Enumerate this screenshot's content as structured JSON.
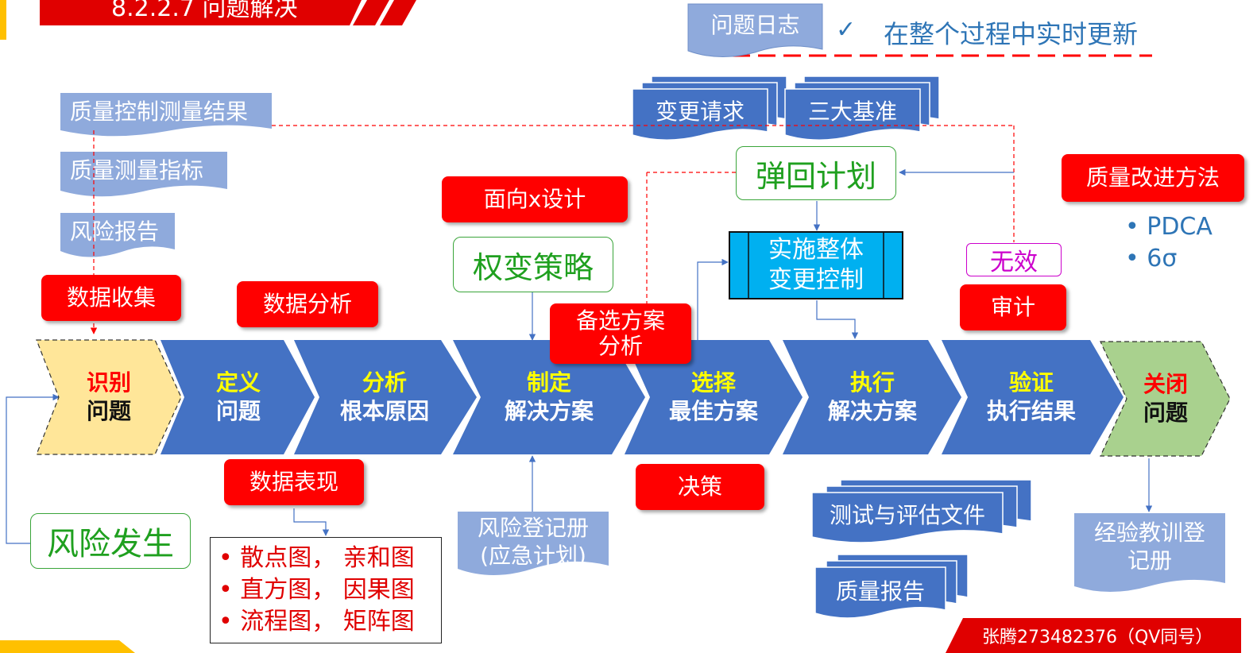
{
  "header": {
    "title": "8.2.2.7 问题解决"
  },
  "log": {
    "label": "问题日志",
    "check": "✓",
    "note": "在整个过程中实时更新"
  },
  "inputs": {
    "qc_results": "质量控制测量结果",
    "quality_metrics": "质量测量指标",
    "risk_report": "风险报告"
  },
  "stack_docs": {
    "change_request": "变更请求",
    "baselines": "三大基准"
  },
  "process_steps": [
    {
      "top": "识别",
      "bottom": "问题"
    },
    {
      "top": "定义",
      "bottom": "问题"
    },
    {
      "top": "分析",
      "bottom": "根本原因"
    },
    {
      "top": "制定",
      "bottom": "解决方案"
    },
    {
      "top": "选择",
      "bottom": "最佳方案"
    },
    {
      "top": "执行",
      "bottom": "解决方案"
    },
    {
      "top": "验证",
      "bottom": "执行结果"
    },
    {
      "top": "关闭",
      "bottom": "问题"
    }
  ],
  "tools": {
    "data_collection": "数据收集",
    "data_analysis": "数据分析",
    "dfx": "面向x设计",
    "alt_analysis_1": "备选方案",
    "alt_analysis_2": "分析",
    "audit": "审计",
    "quality_improvement": "质量改进方法",
    "data_representation": "数据表现",
    "decision": "决策"
  },
  "strategies": {
    "contingency": "权变策略",
    "fallback": "弹回计划",
    "risk_occurs": "风险发生"
  },
  "ice": {
    "line1": "实施整体",
    "line2": "变更控制"
  },
  "invalid": "无效",
  "improvement_methods": [
    "PDCA",
    "6σ"
  ],
  "chart_types": [
    "散点图，  亲和图",
    "直方图，  因果图",
    "流程图，  矩阵图"
  ],
  "outputs": {
    "risk_register_1": "风险登记册",
    "risk_register_2": "(应急计划)",
    "test_docs": "测试与评估文件",
    "quality_report": "质量报告",
    "lessons_1": "经验教训登",
    "lessons_2": "记册"
  },
  "footer": {
    "credit": "张腾273482376（QV同号）"
  },
  "colors": {
    "step_blue": "#4472c4",
    "identify_fill": "#ffe699",
    "close_fill": "#a9d18e",
    "tool_red": "#ff0000",
    "doc_blue_light": "#8faadc",
    "doc_blue_dark": "#4472c4",
    "ice_cyan": "#00b0f0",
    "accent_green": "#1fa01f",
    "invalid_purple": "#cc00cc",
    "header_red": "#e00000",
    "header_yellow": "#ffc000"
  }
}
